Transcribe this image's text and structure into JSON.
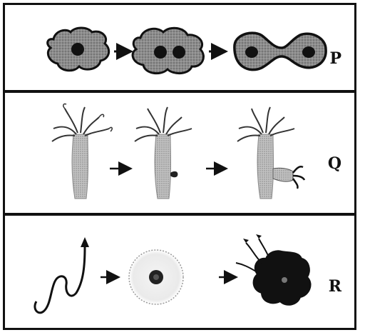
{
  "panels": [
    {
      "label": "P",
      "stages": [
        "amoeba-single-nucleus",
        "amoeba-two-nuclei",
        "amoeba-dividing"
      ]
    },
    {
      "label": "Q",
      "stages": [
        "hydra",
        "hydra-small-bud",
        "hydra-grown-bud"
      ]
    },
    {
      "label": "R",
      "stages": [
        "sperm",
        "egg",
        "egg-with-sperm"
      ]
    }
  ],
  "colors": {
    "border": "#111111",
    "cell_fill": "#8c8c8c",
    "nucleus": "#111111",
    "hydra_fill": "#b5b5b5"
  }
}
